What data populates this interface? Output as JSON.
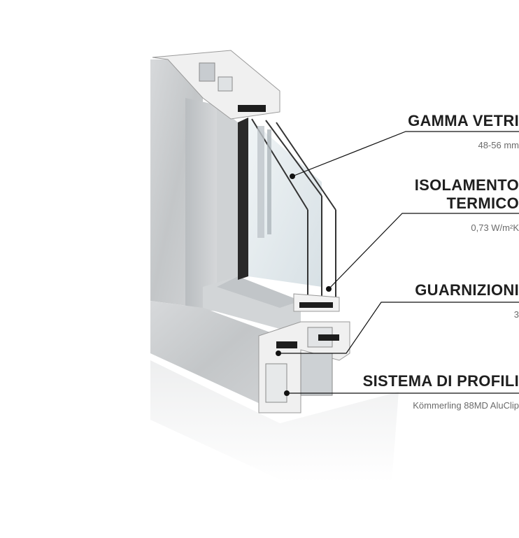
{
  "callouts": [
    {
      "title_lines": [
        "GAMMA VETRI"
      ],
      "value": "48-56 mm"
    },
    {
      "title_lines": [
        "ISOLAMENTO",
        "TERMICO"
      ],
      "value": "0,73  W/m²K"
    },
    {
      "title_lines": [
        "GUARNIZIONI"
      ],
      "value": "3"
    },
    {
      "title_lines": [
        "SISTEMA DI PROFILI"
      ],
      "value": "Kömmerling 88MD AluClip"
    }
  ],
  "colors": {
    "aluminium": "#c9ccce",
    "aluminium_dark": "#a9adb0",
    "pvc": "#f1f1f1",
    "gasket": "#1d1d1d",
    "glass": "#dfe8ec",
    "leader": "#111111",
    "value_text": "#6b6b6b"
  }
}
